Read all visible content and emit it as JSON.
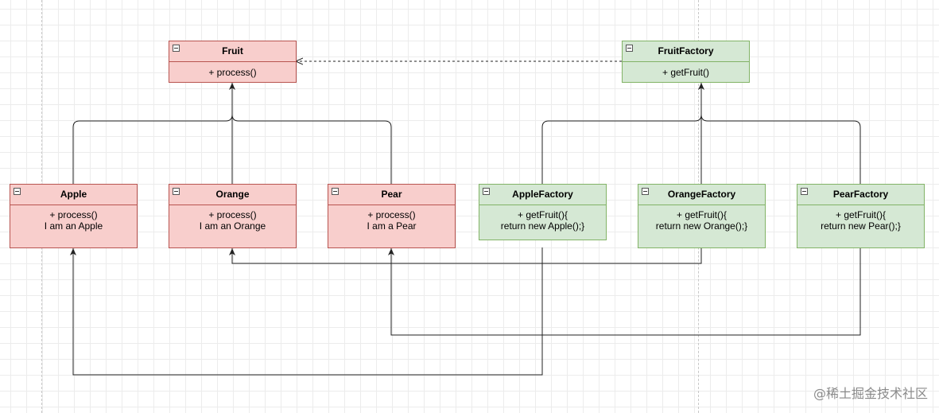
{
  "classes": {
    "fruit": {
      "name": "Fruit",
      "lines": [
        "+ process()"
      ]
    },
    "fruit_factory": {
      "name": "FruitFactory",
      "lines": [
        "+ getFruit()"
      ]
    },
    "apple": {
      "name": "Apple",
      "lines": [
        "+ process()",
        "I am an Apple"
      ]
    },
    "orange": {
      "name": "Orange",
      "lines": [
        "+ process()",
        "I am an Orange"
      ]
    },
    "pear": {
      "name": "Pear",
      "lines": [
        "+ process()",
        "I am a Pear"
      ]
    },
    "apple_factory": {
      "name": "AppleFactory",
      "lines": [
        "+ getFruit(){",
        "return new Apple();}"
      ]
    },
    "orange_factory": {
      "name": "OrangeFactory",
      "lines": [
        "+ getFruit(){",
        "return new Orange();}"
      ]
    },
    "pear_factory": {
      "name": "PearFactory",
      "lines": [
        "+ getFruit(){",
        "return new Pear();}"
      ]
    }
  },
  "colors": {
    "product_fill": "#f8cecc",
    "product_border": "#b85450",
    "factory_fill": "#d5e8d4",
    "factory_border": "#82b366",
    "connector": "#222222"
  },
  "watermark": "@稀土掘金技术社区"
}
